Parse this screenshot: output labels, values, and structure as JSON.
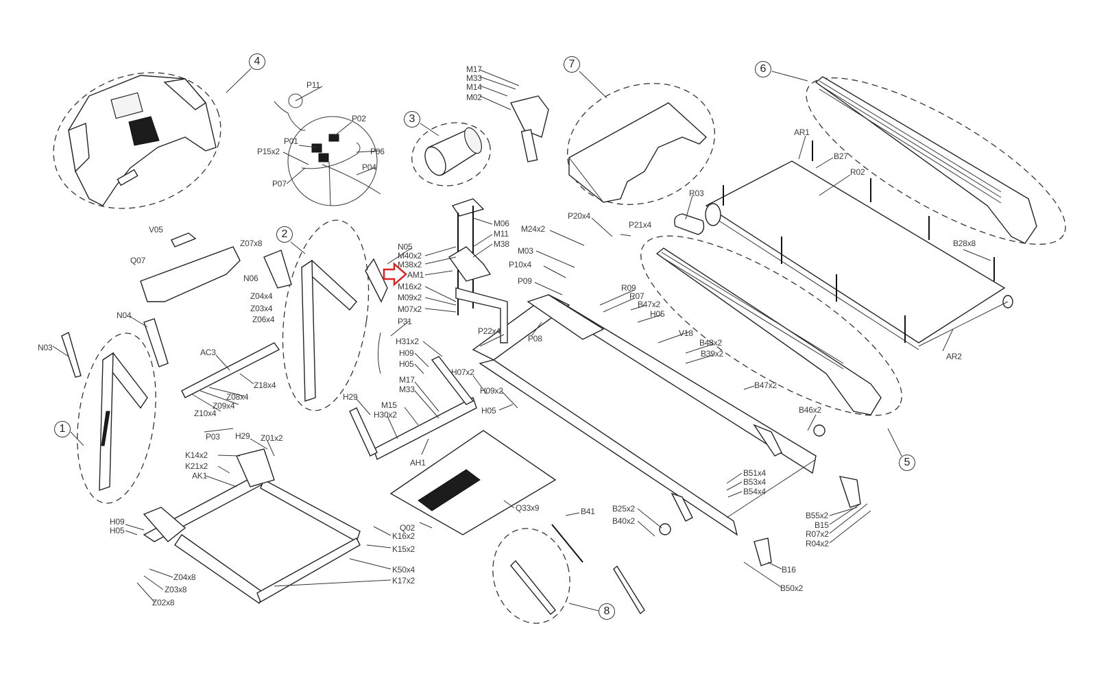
{
  "diagram": {
    "type": "exploded-parts-diagram",
    "subject": "treadmill",
    "highlight": {
      "label": "AM1",
      "arrow_color": "#e02020"
    },
    "assembly_groups": [
      "1",
      "2",
      "3",
      "4",
      "5",
      "6",
      "7",
      "8"
    ],
    "part_labels": {
      "P11": "P11",
      "P02": "P02",
      "P01": "P01",
      "P06": "P06",
      "P15x2": "P15x2",
      "P04": "P04",
      "P07": "P07",
      "M17a": "M17",
      "M33a": "M33",
      "M14": "M14",
      "M02": "M02",
      "V05": "V05",
      "Q07": "Q07",
      "Z07x8": "Z07x8",
      "N06": "N06",
      "Z04x4": "Z04x4",
      "Z03x4": "Z03x4",
      "Z06x4": "Z06x4",
      "N05": "N05",
      "M40x2": "M40x2",
      "M38x2": "M38x2",
      "AM1": "AM1",
      "M16x2": "M16x2",
      "M09x2": "M09x2",
      "M07x2": "M07x2",
      "M06": "M06",
      "M11": "M11",
      "M38": "M38",
      "M24x2": "M24x2",
      "M03": "M03",
      "P10x4": "P10x4",
      "P09": "P09",
      "P20x4": "P20x4",
      "P21x4": "P21x4",
      "R09": "R09",
      "R07": "R07",
      "B47x2a": "B47x2",
      "H05a": "H05",
      "AR1": "AR1",
      "B27": "B27",
      "R02": "R02",
      "R03": "R03",
      "B28x8": "B28x8",
      "AR2": "AR2",
      "N04": "N04",
      "N03": "N03",
      "AC3": "AC3",
      "Z18x4": "Z18x4",
      "Z08x4": "Z08x4",
      "Z09x4": "Z09x4",
      "Z10x4": "Z10x4",
      "P31": "P31",
      "P22x4": "P22x4",
      "P08": "P08",
      "H31x2": "H31x2",
      "H09a": "H09",
      "H05b": "H05",
      "H07x2": "H07x2",
      "H09x2": "H09x2",
      "H05c": "H05",
      "M17b": "M17",
      "M33b": "M33",
      "H29a": "H29",
      "M15": "M15",
      "H30x2": "H30x2",
      "AH1": "AH1",
      "V18": "V18",
      "B48x2": "B48x2",
      "B39x2": "B39x2",
      "B47x2b": "B47x2",
      "B46x2": "B46x2",
      "P03": "P03",
      "H29b": "H29",
      "Z01x2": "Z01x2",
      "K14x2": "K14x2",
      "K21x2": "K21x2",
      "AK1": "AK1",
      "H09b": "H09",
      "H05d": "H05",
      "Z04x8": "Z04x8",
      "Z03x8": "Z03x8",
      "Z02x8": "Z02x8",
      "K16x2": "K16x2",
      "K15x2": "K15x2",
      "K50x4": "K50x4",
      "K17x2": "K17x2",
      "Q02": "Q02",
      "Q33x9": "Q33x9",
      "B41": "B41",
      "B25x2": "B25x2",
      "B40x2": "B40x2",
      "B51x4": "B51x4",
      "B53x4": "B53x4",
      "B54x4": "B54x4",
      "B55x2": "B55x2",
      "B15": "B15",
      "R07x2": "R07x2",
      "R04x2": "R04x2",
      "B16": "B16",
      "B50x2": "B50x2"
    }
  }
}
